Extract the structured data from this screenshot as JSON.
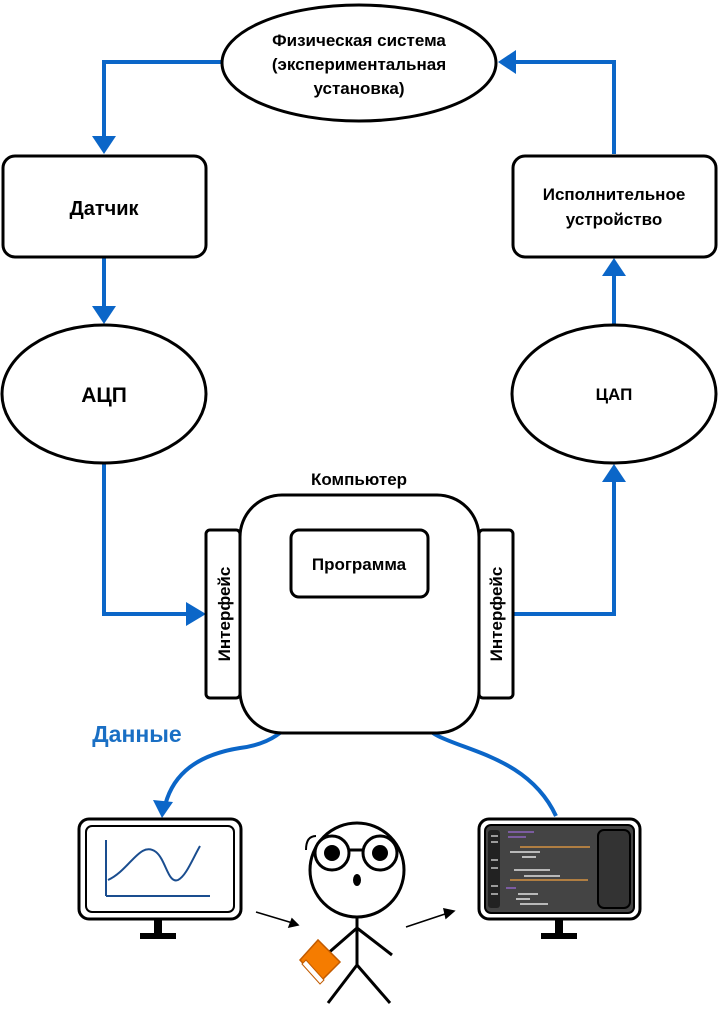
{
  "nodes": {
    "physical_system": {
      "line1": "Физическая система",
      "line2": "(экспериментальная",
      "line3": "установка)"
    },
    "sensor": {
      "label": "Датчик"
    },
    "actuator": {
      "line1": "Исполнительное",
      "line2": "устройство"
    },
    "adc": {
      "label": "АЦП"
    },
    "dac": {
      "label": "ЦАП"
    },
    "computer": {
      "label": "Компьютер"
    },
    "program": {
      "label": "Программа"
    },
    "interface_left": {
      "label": "Интерфейс"
    },
    "interface_right": {
      "label": "Интерфейс"
    }
  },
  "data_label": "Данные",
  "colors": {
    "arrow": "#0b66c8",
    "data_label": "#1a6fc4",
    "book": "#f57c00",
    "code_bg": "#444444"
  },
  "icons": [
    "plot-monitor-icon",
    "stick-figure-icon",
    "book-icon",
    "code-monitor-icon"
  ]
}
